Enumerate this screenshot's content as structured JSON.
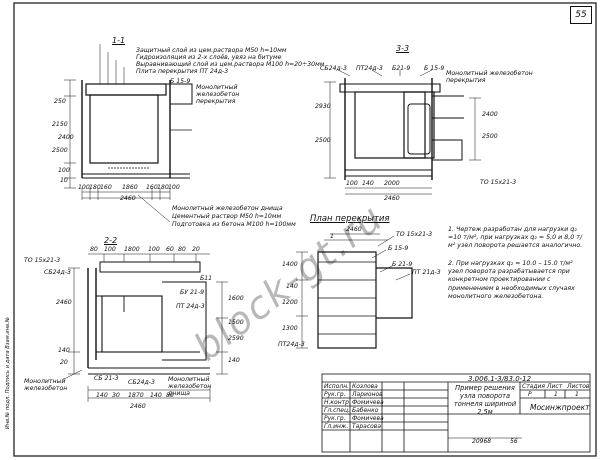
{
  "page_number": "55",
  "sections": {
    "s11": {
      "title": "1-1",
      "layers": [
        "Защитный слой из цем.раствора М50 h=10мм",
        "Гидроизоляция из 2-х слоёв, увяз на битуме",
        "Выравнивающий слой из цем.раствора М100 h=20÷30мм",
        "Плита перекрытия ПТ 24д-3"
      ],
      "slab_ref": "Б 15-9",
      "right_label": "Монолитный железобетон перекрытия",
      "bottom_layers": [
        "Монолитный железобетон днища",
        "Цементный раствор М50 h=10мм",
        "Подготовка из бетона М100 h=100мм"
      ],
      "dims_bottom": [
        "100",
        "180",
        "160",
        "1860",
        "160",
        "180",
        "100"
      ],
      "dim_total": "2460",
      "dims_left": [
        "250",
        "2150",
        "2400",
        "2500",
        "100",
        "10"
      ]
    },
    "s33": {
      "title": "3-3",
      "refs": [
        "СБ24д-3",
        "ПТ24д-3",
        "Б21-9",
        "Б 15-9"
      ],
      "right_label": "Монолитный железобетон перекрытия",
      "dims_left": [
        "2930",
        "2500"
      ],
      "dims_right": [
        "2400",
        "2500"
      ],
      "bottom_ref": "ТО 15x21-3",
      "dims_bottom": [
        "100",
        "140",
        "2000",
        "2460"
      ]
    },
    "s22": {
      "title": "2-2",
      "top_ref": "ТО 15x21-3",
      "left_ref": "СБ24д-3",
      "dims_top": [
        "80",
        "100",
        "1800",
        "100",
        "60",
        "80",
        "20"
      ],
      "refs": [
        "Б11",
        "БУ 21-9",
        "ПТ 24д-3",
        "СБ 21-3",
        "СБ24д-3"
      ],
      "bottom_labels": [
        "Монолитный железобетон",
        "Монолитный железобетон днища"
      ],
      "dims_bottom": [
        "140",
        "30",
        "1870",
        "140",
        "80"
      ],
      "dim_total": "2460",
      "dims_left": [
        "2460",
        "140",
        "20"
      ],
      "dims_right": [
        "1600",
        "1500",
        "2590",
        "140"
      ]
    },
    "plan": {
      "title": "План перекрытия",
      "dims_top": [
        "2460",
        "1"
      ],
      "refs": [
        "ТО 15x21-3",
        "Б 15-9",
        "Б 21-9",
        "ПТ 21д-3",
        "ПТ24д-3"
      ],
      "dims_left": [
        "1400",
        "140",
        "1200",
        "1300"
      ]
    }
  },
  "notes": [
    "1. Чертеж разработан для нагрузки q₂ =10 т/м², при нагрузках q₂ = 5,0 и 8,0 т/м² узел поворота решается аналогично.",
    "2. При нагрузках q₂ = 10.0 – 15.0 т/м² узел поворота разрабатывается при конкретном проектировании с применением в необходимых случаях монолитного железобетона."
  ],
  "title_block": {
    "sheet_code": "3.006.1-3/83.0-12",
    "staff": [
      {
        "role": "Исполн.",
        "name": "Козлова"
      },
      {
        "role": "Рук.гр.",
        "name": "Ларионов"
      },
      {
        "role": "Н.контр.",
        "name": "Фомичева"
      },
      {
        "role": "Гл.спец.",
        "name": "Бабенко"
      },
      {
        "role": "Рук.гр.",
        "name": "Фомичева"
      },
      {
        "role": "Гл.инж.",
        "name": "Тарасова"
      }
    ],
    "drawing_title": "Пример решения узла поворота тоннеля шириной 2,5м",
    "headers": [
      "Стадия",
      "Лист",
      "Листов"
    ],
    "values": [
      "Р",
      "1",
      "1"
    ],
    "org": "Мосинжпроект",
    "inventory": "20968",
    "sheet_small": "56"
  },
  "side_strip": "Инв.№ подл.   Подпись и дата   Взам.инв.№",
  "watermark": "block-gt.ru"
}
